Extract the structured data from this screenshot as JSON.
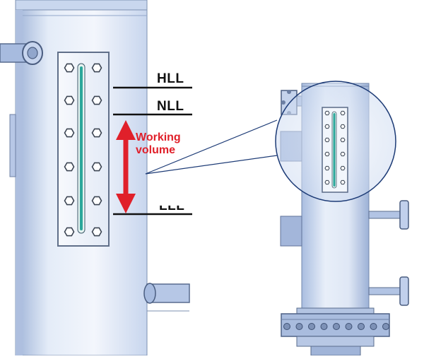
{
  "diagram": {
    "level_labels": {
      "high": "HLL",
      "normal": "NLL",
      "low": "LLL"
    },
    "working_volume_label": "Working\nvolume",
    "colors": {
      "vessel_light": "#eef3fb",
      "vessel_mid": "#bfd0ea",
      "vessel_dark": "#8fa6cc",
      "outline": "#5d6f8c",
      "gauge_bar": "#2aa79b",
      "arrow_red": "#e0202a",
      "level_line": "#111111"
    },
    "icons": [
      "double-headed-arrow-icon",
      "bolt-icon",
      "flange-icon",
      "nozzle-icon"
    ]
  }
}
